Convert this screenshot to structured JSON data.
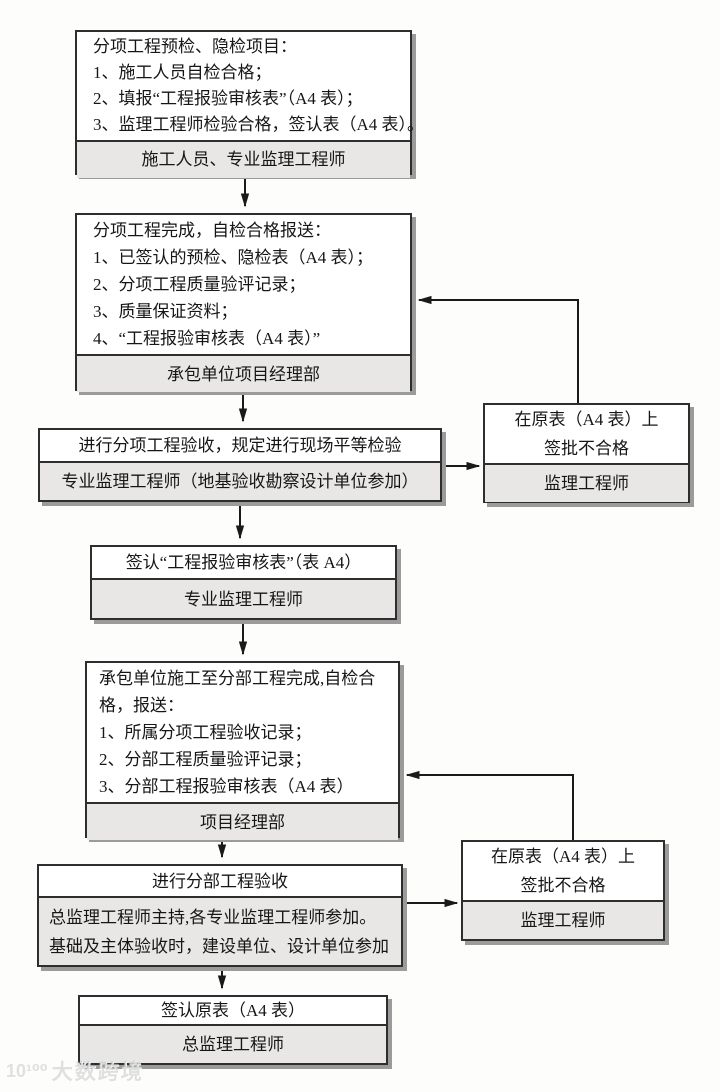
{
  "colors": {
    "border": "#2e2e2e",
    "actor_bg": "#e8e7e6",
    "shadow": "#9b9b9b",
    "arrow": "#1a1a1a",
    "background": "#fdfdfc"
  },
  "watermark": {
    "logo": "10¹⁰⁰",
    "text": "大数跨境"
  },
  "flow": {
    "step1": {
      "lines": [
        "分项工程预检、隐检项目：",
        "1、施工人员自检合格；",
        "2、填报“工程报验审核表”（A4 表）；",
        "3、监理工程师检验合格，签认表（A4 表）。"
      ],
      "actor": "施工人员、专业监理工程师"
    },
    "step2": {
      "lines": [
        "分项工程完成，自检合格报送：",
        "1、已签认的预检、隐检表（A4 表）；",
        "2、分项工程质量验评记录；",
        "3、质量保证资料；",
        "4、“工程报验审核表（A4 表）”"
      ],
      "actor": "承包单位项目经理部"
    },
    "step3": {
      "title": "进行分项工程验收，规定进行现场平等检验",
      "actor": "专业监理工程师（地基验收勘察设计单位参加）"
    },
    "reject1": {
      "lines": [
        "在原表（A4 表）上",
        "签批不合格"
      ],
      "actor": "监理工程师"
    },
    "step4": {
      "title": "签认“工程报验审核表”（表 A4）",
      "actor": "专业监理工程师"
    },
    "step5": {
      "lines": [
        "承包单位施工至分部工程完成,自检合格，报送：",
        "1、所属分项工程验收记录；",
        "2、分部工程质量验评记录；",
        "3、分部工程报验审核表（A4 表）"
      ],
      "actor": "项目经理部"
    },
    "reject2": {
      "lines": [
        "在原表（A4 表）上",
        "签批不合格"
      ],
      "actor": "监理工程师"
    },
    "step6": {
      "title": "进行分部工程验收",
      "actor": "总监理工程师主持,各专业监理工程师参加。基础及主体验收时，建设单位、设计单位参加"
    },
    "step7": {
      "title": "签认原表（A4 表）",
      "actor": "总监理工程师"
    }
  }
}
